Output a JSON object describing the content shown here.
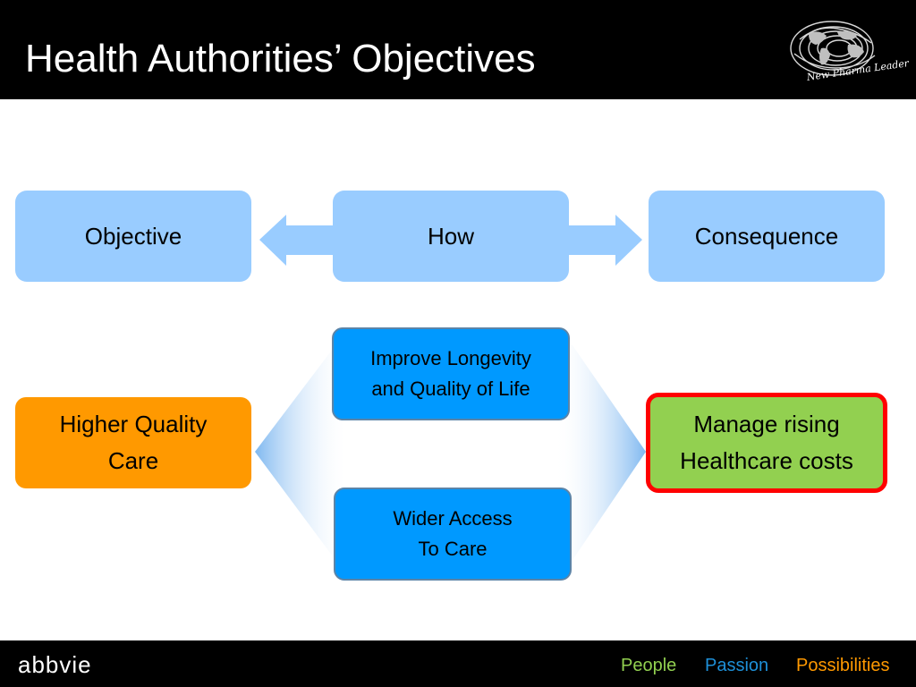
{
  "slide": {
    "title": "Health Authorities’ Objectives",
    "logo_text": "New Pharma Leader"
  },
  "top_row": {
    "objective": "Objective",
    "how": "How",
    "consequence": "Consequence"
  },
  "diagram": {
    "left": "Higher Quality\nCare",
    "upper_middle": "Improve Longevity\nand Quality of Life",
    "lower_middle": "Wider Access\nTo Care",
    "right": "Manage rising\nHealthcare costs"
  },
  "footer": {
    "brand": "abbvie",
    "tagline": [
      "People",
      "Passion",
      "Possibilities"
    ]
  },
  "colors": {
    "header_bg": "#000000",
    "light_blue": "#99ccff",
    "mid_blue": "#0099ff",
    "orange": "#ff9900",
    "green": "#92d050",
    "red_outline": "#ff0000",
    "tag_green": "#92d050",
    "tag_blue": "#1e90d8",
    "tag_orange": "#ff9900"
  }
}
